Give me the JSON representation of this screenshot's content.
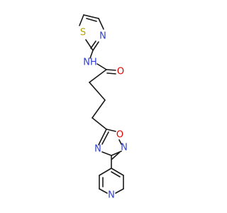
{
  "molecule": {
    "atoms": {
      "thiazole_S": "S",
      "thiazole_N": "N",
      "amide_NH": "NH",
      "carbonyl_O": "O",
      "oxadiazole_O": "O",
      "oxadiazole_N_top": "N",
      "oxadiazole_N_left": "N",
      "pyridine_N": "N"
    },
    "colors": {
      "bond": "#1a1a1a",
      "sulfur": "#b8a000",
      "nitrogen": "#2f3fd0",
      "oxygen": "#e00000"
    }
  }
}
